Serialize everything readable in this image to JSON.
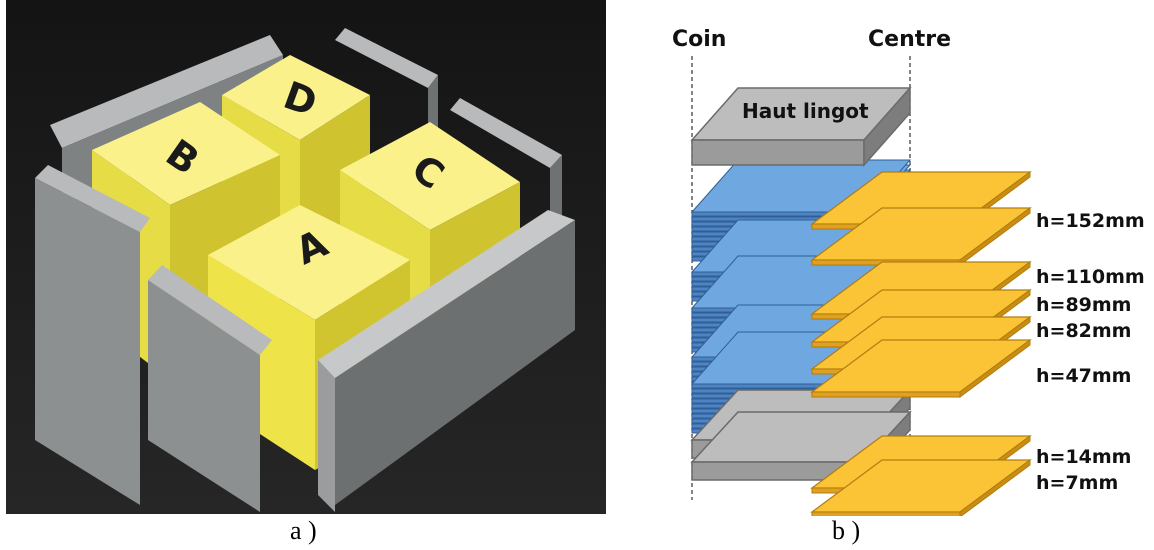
{
  "panel_a": {
    "caption": "a )",
    "blocks": [
      "A",
      "B",
      "C",
      "D"
    ]
  },
  "panel_b": {
    "caption": "b )",
    "corner_label": "Coin",
    "center_label": "Centre",
    "top_plate_label": "Haut lingot",
    "heights": [
      "h=152mm",
      "h=110mm",
      "h=89mm",
      "h=82mm",
      "h=47mm",
      "h=14mm",
      "h=7mm"
    ],
    "colors": {
      "yellow": "#fbc436",
      "blue": "#6fa8e0",
      "gray": "#a5a5a5",
      "block": "#f5ec6a"
    }
  }
}
